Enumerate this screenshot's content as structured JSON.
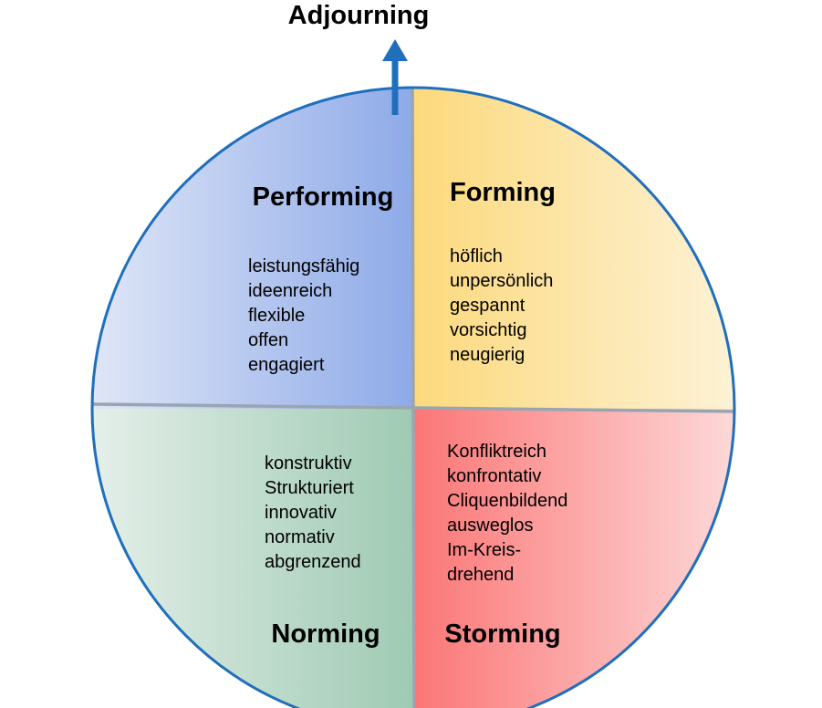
{
  "top_label": "Adjourning",
  "quadrants": {
    "performing": {
      "title": "Performing",
      "items": [
        "leistungsfähig",
        "ideenreich",
        "flexible",
        "offen",
        "engagiert"
      ],
      "colors": [
        "#dfe6f7",
        "#8eaae8"
      ]
    },
    "forming": {
      "title": "Forming",
      "items": [
        "höflich",
        "unpersönlich",
        "gespannt",
        "vorsichtig",
        "neugierig"
      ],
      "colors": [
        "#fcd97c",
        "#fdf2d6"
      ]
    },
    "norming": {
      "title": "Norming",
      "items": [
        "konstruktiv",
        "Strukturiert",
        "innovativ",
        "normativ",
        "abgrenzend"
      ],
      "colors": [
        "#e4efe9",
        "#9fcab3"
      ]
    },
    "storming": {
      "title": "Storming",
      "items": [
        "Konfliktreich",
        "konfrontativ",
        "Cliquenbildend",
        "ausweglos",
        "Im-Kreis-",
        "drehend"
      ],
      "colors": [
        "#fb7676",
        "#fdd8d8"
      ]
    }
  },
  "colors": {
    "outline": "#1f6fbd",
    "divider": "#9aa5b1"
  }
}
